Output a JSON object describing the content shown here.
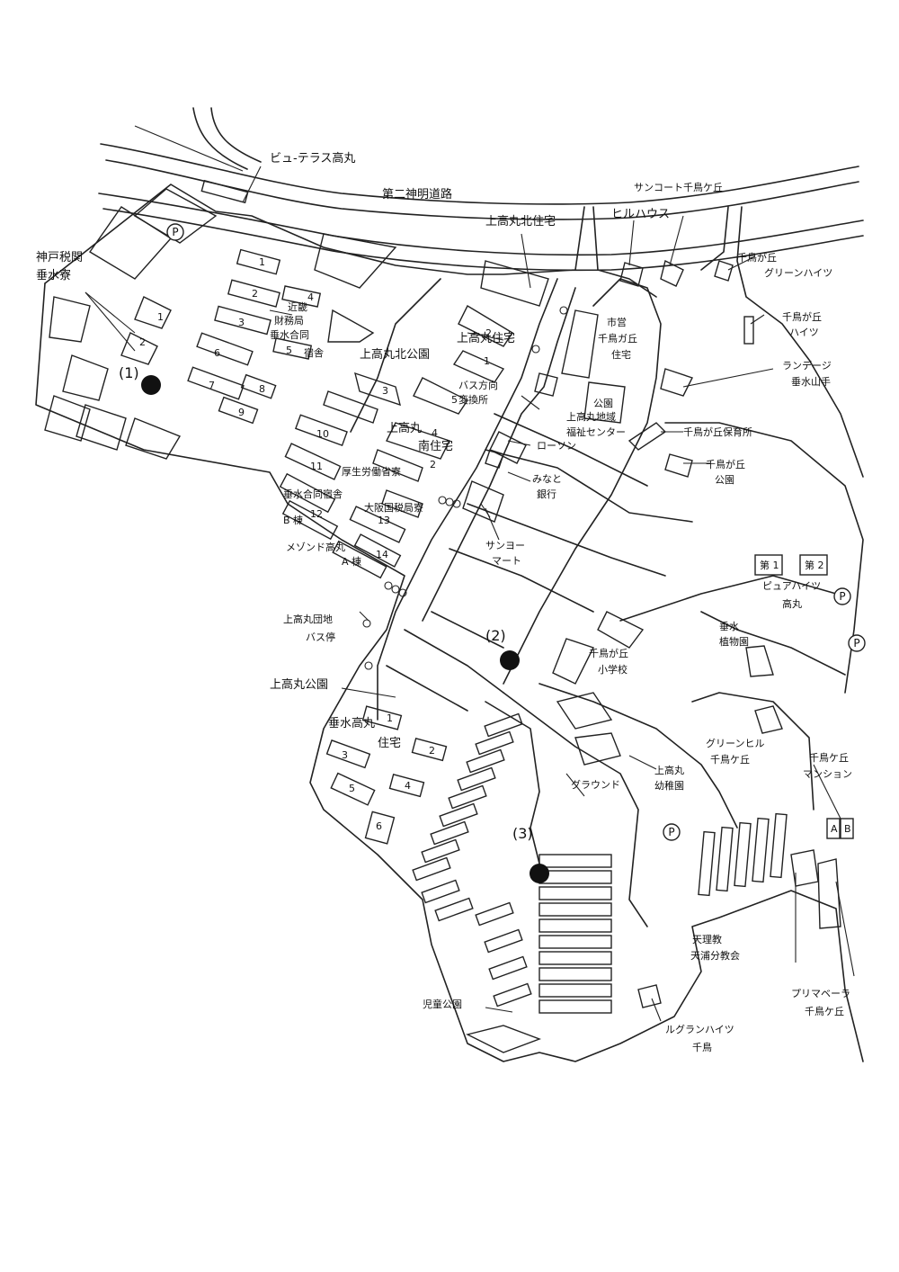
{
  "roads": {
    "highway": "第二神明道路"
  },
  "markers": [
    {
      "label": "(1)"
    },
    {
      "label": "(2)"
    },
    {
      "label": "(3)"
    }
  ],
  "parking_label": "P",
  "labels": {
    "view_terrace": "ビュ-テラス高丸",
    "kobe_customs_1": "神戸税関",
    "kobe_customs_2": "垂水寮",
    "kinki_1": "近畿",
    "kinki_2": "財務局",
    "kinki_3": "垂水合同",
    "kinki_4": "宿舎",
    "kamitakamaru_north_park": "上高丸北公園",
    "kamitakamaru_north_housing": "上高丸北住宅",
    "kamitakamaru_housing": "上高丸住宅",
    "bus_turn_1": "バス方向",
    "bus_turn_2": "変換所",
    "kamitakamaru_south_1": "上高丸",
    "kamitakamaru_south_2": "南住宅",
    "mhlw_dorm": "厚生労働省寮",
    "tarumi_joint_dorm": "垂水合同宿舎",
    "osaka_tax_dorm": "大阪国税局寮",
    "b_wing": "B 棟",
    "a_wing": "A 棟",
    "maisonnette": "メゾンド高丸",
    "bus_stop_1": "上高丸団地",
    "bus_stop_2": "バス停",
    "kamitakamaru_park": "上高丸公園",
    "tarumi_takamaru_1": "垂水高丸",
    "tarumi_takamaru_2": "住宅",
    "hill_house": "ヒルハウス",
    "suncourt": "サンコート千鳥ケ丘",
    "municipal_1": "市営",
    "municipal_2": "千鳥ガ丘",
    "municipal_3": "住宅",
    "park": "公園",
    "welfare_1": "上高丸地域",
    "welfare_2": "福祉センター",
    "lawson": "ローソン",
    "minato_1": "みなと",
    "minato_2": "銀行",
    "sanyo_1": "サンヨー",
    "sanyo_2": "マート",
    "green_heights_1": "千鳥が丘",
    "green_heights_2": "グリーンハイツ",
    "chidori_heights_1": "千鳥が丘",
    "chidori_heights_2": "ハイツ",
    "landage_1": "ランデージ",
    "landage_2": "垂水山手",
    "nursery": "千鳥が丘保育所",
    "chidori_park_1": "千鳥が丘",
    "chidori_park_2": "公園",
    "pure_heights_1": "第 1",
    "pure_heights_2": "第 2",
    "pure_heights_3": "ピュアハイツ",
    "pure_heights_4": "高丸",
    "botanical_1": "垂水",
    "botanical_2": "植物園",
    "school_1": "千鳥が丘",
    "school_2": "小学校",
    "green_hill_1": "グリーンヒル",
    "green_hill_2": "千鳥ケ丘",
    "chidori_mansion_1": "千鳥ケ丘",
    "chidori_mansion_2": "マンション",
    "ground": "グラウンド",
    "kindergarten_1": "上高丸",
    "kindergarten_2": "幼稚園",
    "tenrikyo_1": "天理教",
    "tenrikyo_2": "天浦分教会",
    "primavera_1": "プリマベーラ",
    "primavera_2": "千鳥ケ丘",
    "children_park": "児童公園",
    "legran_1": "ルグランハイツ",
    "legran_2": "千鳥",
    "mansion_a": "A",
    "mansion_b": "B"
  },
  "building_numbers": {
    "n1": "1",
    "n2": "2",
    "n3": "3",
    "n4": "4",
    "n5": "5",
    "n6": "6",
    "n7": "7",
    "n8": "8",
    "n9": "9",
    "n10": "10",
    "n11": "11",
    "n12": "12",
    "n13": "13",
    "n14": "14",
    "k1": "1",
    "k2": "2",
    "kh1": "1",
    "kh2": "2",
    "kh3": "3",
    "kh4": "4",
    "kh5": "5",
    "ks1": "3",
    "ks2": "4",
    "ks3": "5",
    "ks4": "2",
    "ks5": "1",
    "t1": "1",
    "t2": "2",
    "t3": "3",
    "t4": "4",
    "t5": "5",
    "t6": "6"
  }
}
